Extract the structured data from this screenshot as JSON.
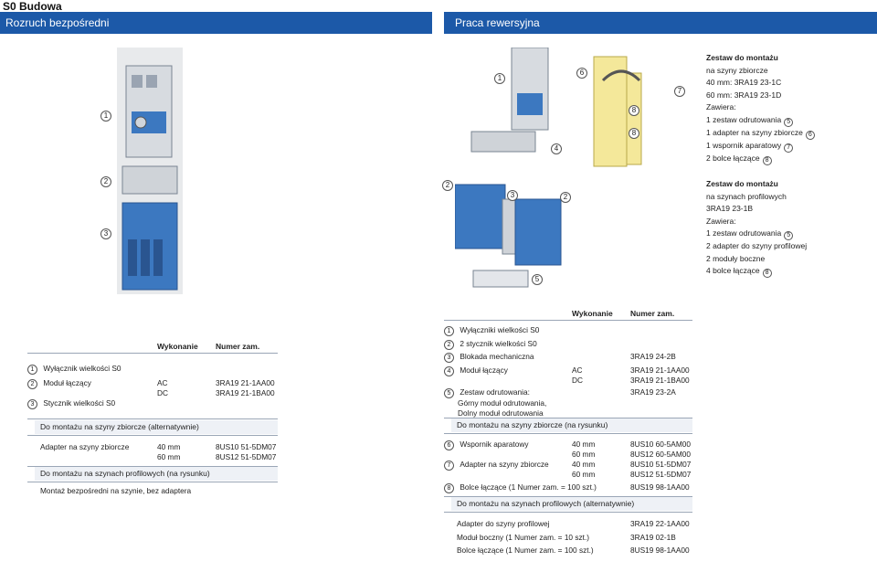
{
  "page": {
    "title": "S0 Budowa"
  },
  "bands": {
    "left": "Rozruch bezpośredni",
    "right": "Praca rewersyjna"
  },
  "markers": [
    "1",
    "2",
    "3",
    "4",
    "5",
    "6",
    "7",
    "8"
  ],
  "info_busbar": {
    "title1": "Zestaw do montażu",
    "title2": "na szyny zbiorcze",
    "line1": "40 mm: 3RA19 23-1C",
    "line2": "60 mm: 3RA19 23-1D",
    "contains": "Zawiera:",
    "item1": "1 zestaw odrutowania",
    "item1_n": "5",
    "item2": "1 adapter na szyny zbiorcze",
    "item2_n": "6",
    "item3": "1 wspornik aparatowy",
    "item3_n": "7",
    "item4": "2 bolce łączące",
    "item4_n": "8"
  },
  "info_rail": {
    "title1": "Zestaw do montażu",
    "title2": "na szynach profilowych",
    "line1": "3RA19 23-1B",
    "contains": "Zawiera:",
    "item1": "1 zestaw odrutowania",
    "item1_n": "5",
    "item2": "2 adapter do szyny profilowej",
    "item3": "2 moduły boczne",
    "item4": "4 bolce łączące",
    "item4_n": "8"
  },
  "left_table": {
    "hdr_version": "Wykonanie",
    "hdr_order": "Numer zam.",
    "rows": [
      {
        "n": "1",
        "desc": "Wyłącznik wielkości S0",
        "ver": "",
        "order": ""
      },
      {
        "n": "2",
        "desc": "Moduł łączący",
        "ver": "AC",
        "order": "3RA19 21-1AA00",
        "ver2": "DC",
        "order2": "3RA19 21-1BA00"
      },
      {
        "n": "3",
        "desc": "Stycznik wielkości S0",
        "ver": "",
        "order": ""
      }
    ],
    "sec_busbar": "Do montażu na szyny zbiorcze (alternatywnie)",
    "adapter": {
      "desc": "Adapter na szyny zbiorcze",
      "v1": "40 mm",
      "o1": "8US10 51-5DM07",
      "v2": "60 mm",
      "o2": "8US12 51-5DM07"
    },
    "sec_rail": "Do montażu na szynach profilowych (na rysunku)",
    "rail_note": "Montaż bezpośredni na szynie, bez adaptera"
  },
  "right_table": {
    "hdr_version": "Wykonanie",
    "hdr_order": "Numer zam.",
    "r1": {
      "n": "1",
      "desc": "Wyłączniki wielkości S0"
    },
    "r2": {
      "n": "2",
      "desc": "2 stycznik wielkości S0"
    },
    "r3": {
      "n": "3",
      "desc": "Blokada mechaniczna",
      "order": "3RA19 24-2B"
    },
    "r4": {
      "n": "4",
      "desc": "Moduł łączący",
      "v1": "AC",
      "o1": "3RA19 21-1AA00",
      "v2": "DC",
      "o2": "3RA19 21-1BA00"
    },
    "r5": {
      "n": "5",
      "desc1": "Zestaw odrutowania:",
      "desc2": "Górny moduł odrutowania,",
      "desc3": "Dolny moduł odrutowania",
      "order": "3RA19 23-2A"
    },
    "sec_busbar": "Do montażu na szyny zbiorcze (na rysunku)",
    "r6": {
      "n": "6",
      "desc": "Wspornik aparatowy",
      "v1": "40 mm",
      "o1": "8US10 60-5AM00",
      "v2": "60 mm",
      "o2": "8US12 60-5AM00"
    },
    "r7": {
      "n": "7",
      "desc": "Adapter na szyny zbiorcze",
      "v1": "40 mm",
      "o1": "8US10 51-5DM07",
      "v2": "60 mm",
      "o2": "8US12 51-5DM07"
    },
    "r8": {
      "n": "8",
      "desc": "Bolce łączące (1 Numer zam. = 100 szt.)",
      "order": "8US19 98-1AA00"
    },
    "sec_rail": "Do montażu na szynach profilowych (alternatywnie)",
    "rail1": {
      "desc": "Adapter do szyny profilowej",
      "order": "3RA19 22-1AA00"
    },
    "rail2": {
      "desc": "Moduł boczny (1 Numer zam. = 10 szt.)",
      "order": "3RA19 02-1B"
    },
    "rail3": {
      "desc": "Bolce łączące (1 Numer zam. = 100 szt.)",
      "order": "8US19 98-1AA00"
    }
  }
}
